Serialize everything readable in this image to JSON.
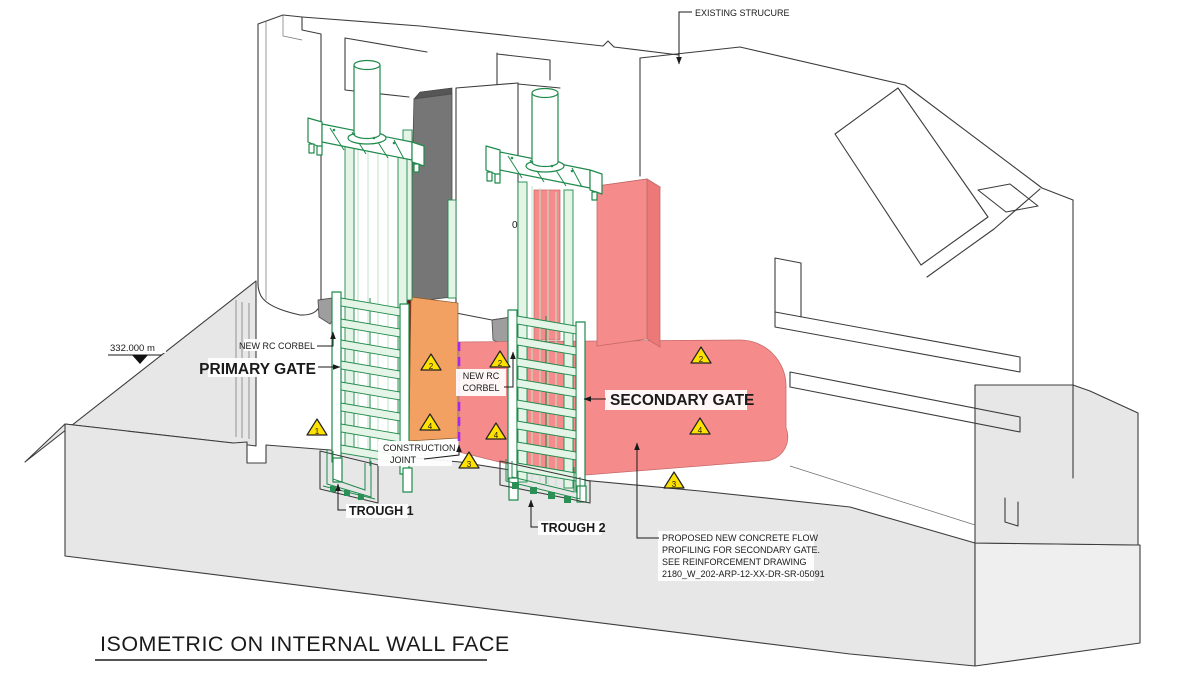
{
  "drawing_title": "ISOMETRIC ON INTERNAL WALL FACE",
  "level_marker": "332.000 m",
  "labels": {
    "existing_structure": "EXISTING STRUCURE",
    "new_rc_corbel_primary": "NEW RC CORBEL",
    "primary_gate": "PRIMARY GATE",
    "secondary_gate": "SECONDARY GATE",
    "new_rc_corbel_secondary_line1": "NEW RC",
    "new_rc_corbel_secondary_line2": "CORBEL",
    "construction_joint_line1": "CONSTRUCTION",
    "construction_joint_line2": "JOINT",
    "trough_1": "TROUGH 1",
    "trough_2": "TROUGH 2",
    "stray_zero": "0"
  },
  "note": {
    "line1": "PROPOSED NEW CONCRETE FLOW",
    "line2": "PROFILING FOR SECONDARY GATE.",
    "line3": "SEE REINFORCEMENT DRAWING",
    "line4": "2180_W_202-ARP-12-XX-DR-SR-05091"
  },
  "markers": [
    {
      "num": "1"
    },
    {
      "num": "2"
    },
    {
      "num": "4"
    },
    {
      "num": "2"
    },
    {
      "num": "4"
    },
    {
      "num": "3"
    },
    {
      "num": "2"
    },
    {
      "num": "4"
    },
    {
      "num": "3"
    }
  ],
  "colors": {
    "outline": "#3c3c3c",
    "concrete-grey": "#e7e7e7",
    "slot-grey": "#767676",
    "corbel-grey": "#9e9e9e",
    "flow-red": "#f58b8b",
    "flow-red-side": "#ed7878",
    "flow-red-top": "#f9a6a6",
    "orange": "#f2a163",
    "maroon": "#7a1212",
    "joint-purple": "#a428f0",
    "gate-green": "#1f8a4c",
    "gate-green-pale": "#e4f4e6",
    "warning-yellow": "#ffe100",
    "label-black": "#1a1a1a"
  }
}
